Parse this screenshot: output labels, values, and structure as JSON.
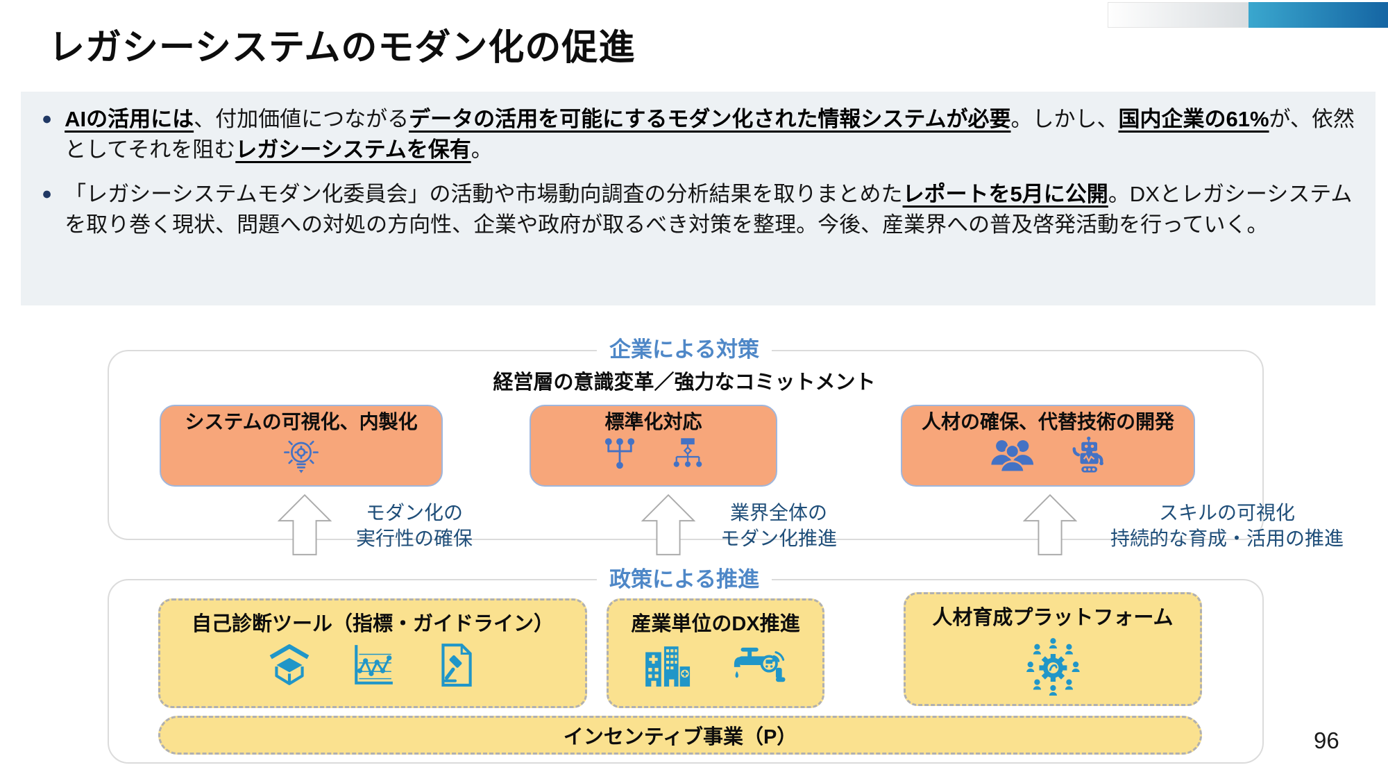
{
  "page": {
    "title": "レガシーシステムのモダン化の促進",
    "page_number": "96"
  },
  "summary": {
    "bullet_marker": "●",
    "bullet1_segments": [
      {
        "text": "AIの活用には",
        "em": true
      },
      {
        "text": "、付加価値につながる",
        "em": false
      },
      {
        "text": "データの活用を可能にするモダン化された情報システムが必要",
        "em": true
      },
      {
        "text": "。しかし、",
        "em": false
      },
      {
        "text": "国内企業の61%",
        "em": true
      },
      {
        "text": "が、依然としてそれを阻む",
        "em": false
      },
      {
        "text": "レガシーシステムを保有",
        "em": true
      },
      {
        "text": "。",
        "em": false
      }
    ],
    "bullet2_segments": [
      {
        "text": "「レガシーシステムモダン化委員会」の活動や市場動向調査の分析結果を取りまとめた",
        "em": false
      },
      {
        "text": "レポートを5月に公開",
        "em": true
      },
      {
        "text": "。DXとレガシーシステムを取り巻く現状、問題への対処の方向性、企業や政府が取るべき対策を整理。今後、産業界への普及啓発活動を行っていく。",
        "em": false
      }
    ]
  },
  "diagram": {
    "company": {
      "label": "企業による対策",
      "subtitle": "経営層の意識変革／強力なコミットメント",
      "boxes": [
        {
          "title": "システムの可視化、内製化",
          "icons": [
            "lightbulb-gear-icon"
          ]
        },
        {
          "title": "標準化対応",
          "icons": [
            "merge-icon",
            "org-tree-icon"
          ]
        },
        {
          "title": "人材の確保、代替技術の開発",
          "icons": [
            "people-group-icon",
            "robot-icon"
          ]
        }
      ]
    },
    "arrows": [
      {
        "line1": "モダン化の",
        "line2": "実行性の確保"
      },
      {
        "line1": "業界全体の",
        "line2": "モダン化推進"
      },
      {
        "line1": "スキルの可視化",
        "line2": "持続的な育成・活用の推進"
      }
    ],
    "policy": {
      "label": "政策による推進",
      "boxes": [
        {
          "title": "自己診断ツール（指標・ガイドライン）",
          "icons": [
            "open-box-icon",
            "line-chart-icon",
            "document-gavel-icon"
          ]
        },
        {
          "title": "産業単位のDX推進",
          "icons": [
            "buildings-icon",
            "smart-meter-icon"
          ]
        },
        {
          "title": "人材育成プラットフォーム",
          "icons": [
            "people-network-gear-icon"
          ]
        }
      ],
      "incentive": "インセンティブ事業（P）"
    }
  },
  "colors": {
    "heading_blue": "#4E87C7",
    "arrow_label_navy": "#1F4E79",
    "bullet_navy": "#203864",
    "summary_bg": "#EDF1F4",
    "orange_box": "#F7A67A",
    "yellow_box": "#FAE18F",
    "icon_blue": "#4472C4",
    "icon_teal": "#2096C8",
    "deco_blue_start": "#3AA7CE",
    "deco_blue_end": "#1565A3"
  }
}
